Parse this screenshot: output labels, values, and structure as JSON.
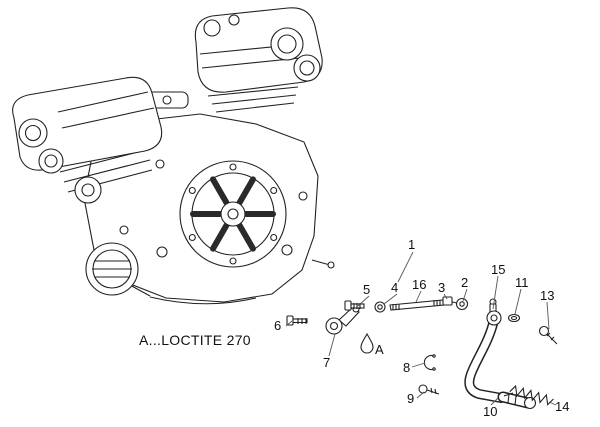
{
  "note": {
    "text": "A...LOCTITE 270"
  },
  "callouts": [
    {
      "label": "1"
    },
    {
      "label": "5"
    },
    {
      "label": "4"
    },
    {
      "label": "16"
    },
    {
      "label": "3"
    },
    {
      "label": "2"
    },
    {
      "label": "15"
    },
    {
      "label": "11"
    },
    {
      "label": "13"
    },
    {
      "label": "6"
    },
    {
      "label": "7"
    },
    {
      "label": "A"
    },
    {
      "label": "8"
    },
    {
      "label": "9"
    },
    {
      "label": "10"
    },
    {
      "label": "14"
    }
  ],
  "colors": {
    "line": "#222222",
    "leader": "#555555",
    "background": "#ffffff",
    "label": "#111111"
  }
}
